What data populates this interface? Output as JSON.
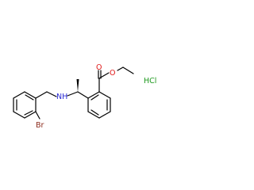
{
  "molecule": {
    "atom_labels": {
      "amine": "NH",
      "bromine": "Br",
      "carbonyl_oxygen": "O",
      "ester_oxygen": "O",
      "salt": "HCl"
    },
    "colors": {
      "bond": "#000000",
      "nitrogen": "#2b2bd6",
      "bromine": "#8b2a1c",
      "oxygen": "#e01818",
      "chlorine": "#1f9a1f",
      "background": "#ffffff"
    }
  }
}
